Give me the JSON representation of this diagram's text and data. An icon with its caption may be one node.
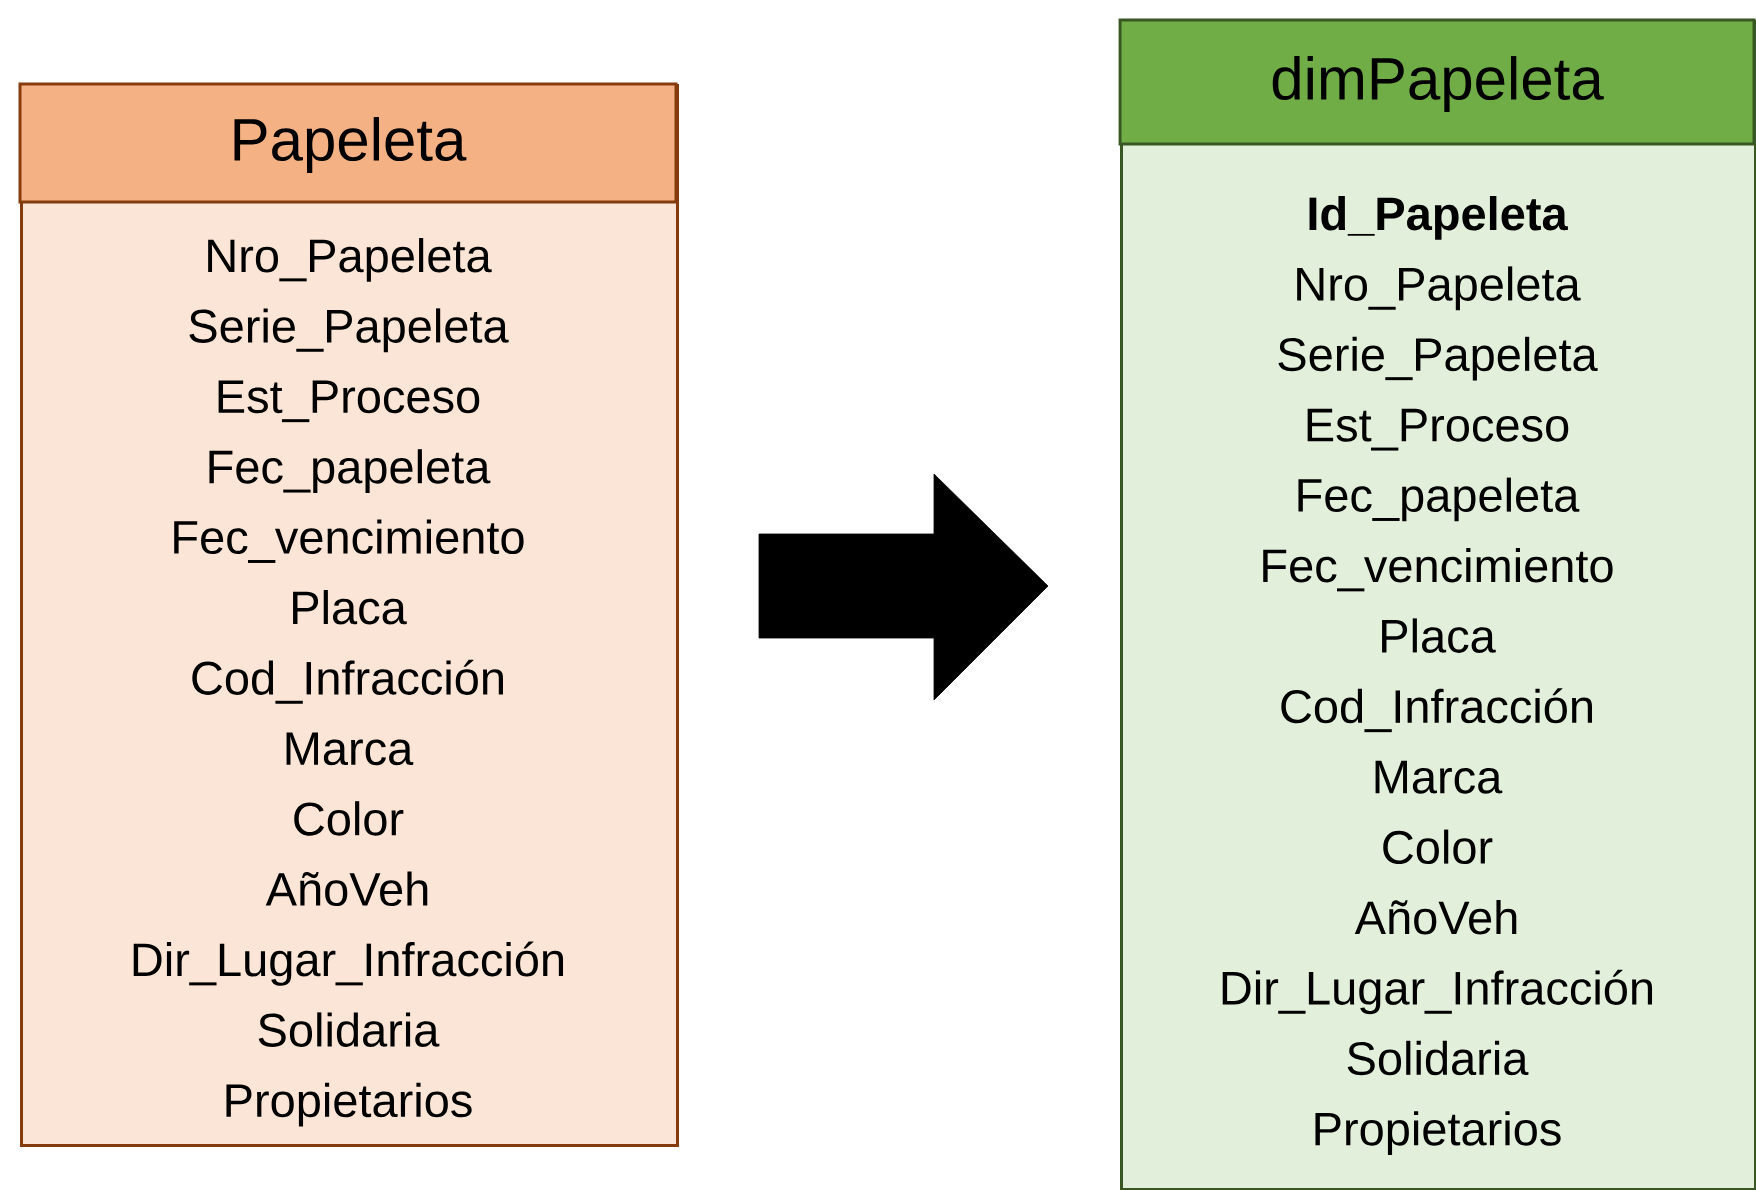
{
  "diagram": {
    "nodes": [
      {
        "text": [
          "Papeleta",
          "Nro_Papeleta",
          "Serie_Papeleta",
          "Est_Proceso",
          "Fec_papeleta",
          "Fec_vencimiento",
          "Placa",
          "Cod_Infracción",
          "Marca",
          "Color",
          "AñoVeh",
          "Dir_Lugar_Infracción",
          "Solidaria",
          "Propietarios"
        ]
      },
      {
        "text": [
          "dimPapeleta",
          "Id_Papeleta",
          "Nro_Papeleta",
          "Serie_Papeleta",
          "Est_Proceso",
          "Fec_papeleta",
          "Fec_vencimiento",
          "Placa",
          "Cod_Infracción",
          "Marca",
          "Color",
          "AñoVeh",
          "Dir_Lugar_Infracción",
          "Solidaria",
          "Propietarios"
        ]
      }
    ],
    "edges": [
      {
        "from": 0,
        "to": 1,
        "arrow": "to"
      }
    ]
  }
}
